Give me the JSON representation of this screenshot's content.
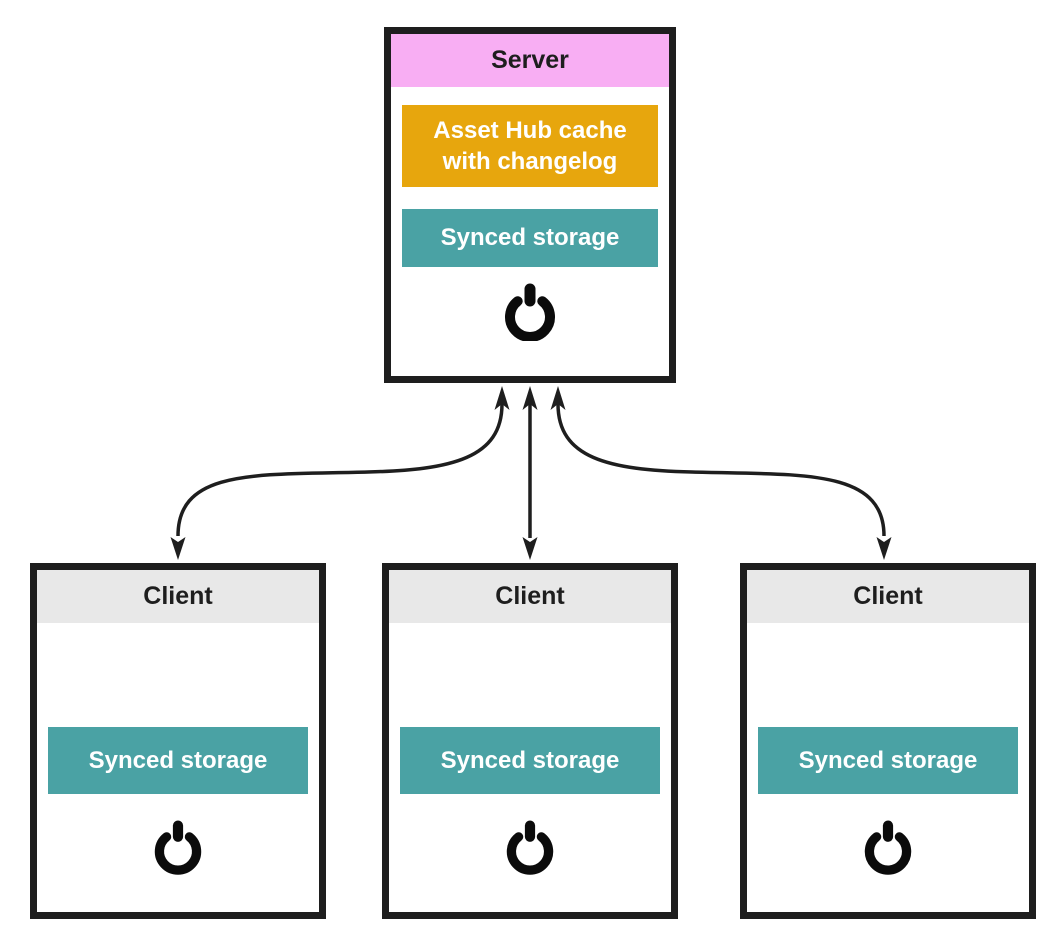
{
  "diagram": {
    "background_color": "#ffffff",
    "stroke_color": "#1e1e1e",
    "server": {
      "title": "Server",
      "header_color": "#f8aef3",
      "blocks": [
        {
          "id": "asset-hub-cache",
          "label": "Asset Hub cache with changelog",
          "color": "#e7a60d"
        },
        {
          "id": "synced-storage",
          "label": "Synced storage",
          "color": "#4aa2a4"
        }
      ],
      "icon": "power-icon"
    },
    "clients": [
      {
        "title": "Client",
        "header_color": "#e8e8e8",
        "blocks": [
          {
            "id": "synced-storage",
            "label": "Synced storage",
            "color": "#4aa2a4"
          }
        ],
        "icon": "power-icon"
      },
      {
        "title": "Client",
        "header_color": "#e8e8e8",
        "blocks": [
          {
            "id": "synced-storage",
            "label": "Synced storage",
            "color": "#4aa2a4"
          }
        ],
        "icon": "power-icon"
      },
      {
        "title": "Client",
        "header_color": "#e8e8e8",
        "blocks": [
          {
            "id": "synced-storage",
            "label": "Synced storage",
            "color": "#4aa2a4"
          }
        ],
        "icon": "power-icon"
      }
    ],
    "connections": [
      {
        "from": "server",
        "to": "client-1",
        "style": "bidirectional-curved-arrow"
      },
      {
        "from": "server",
        "to": "client-2",
        "style": "bidirectional-straight-arrow"
      },
      {
        "from": "server",
        "to": "client-3",
        "style": "bidirectional-curved-arrow"
      }
    ]
  }
}
